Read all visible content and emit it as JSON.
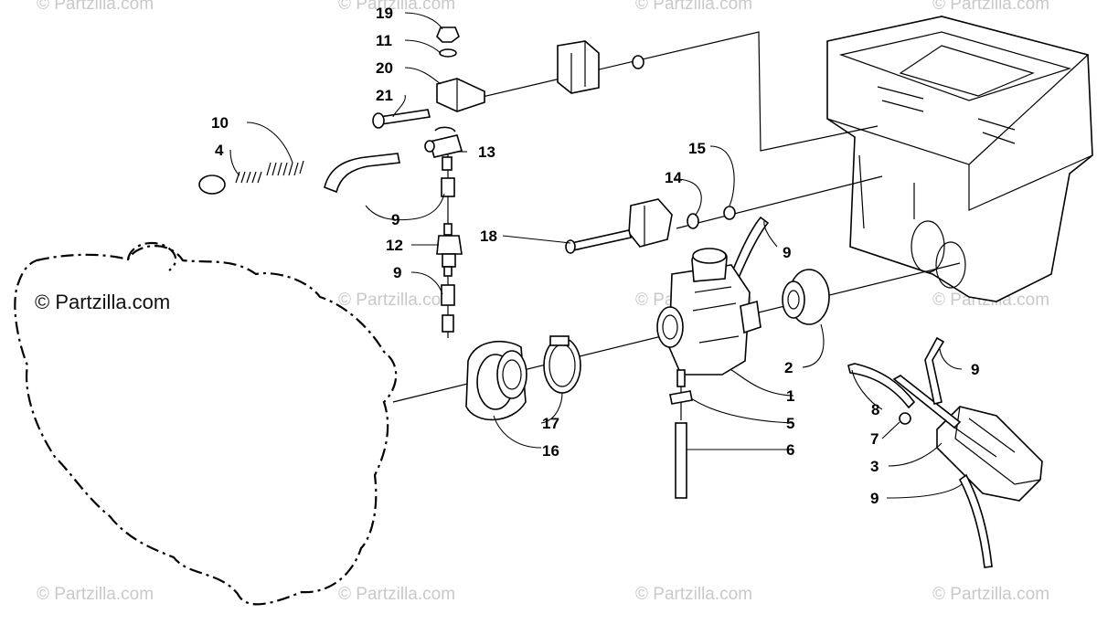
{
  "watermark": {
    "text": "© Partzilla.com",
    "main_text": "© Partzilla.com"
  },
  "callouts": {
    "c1": "1",
    "c2": "2",
    "c3": "3",
    "c4": "4",
    "c5": "5",
    "c6": "6",
    "c7": "7",
    "c8": "8",
    "c9a": "9",
    "c9b": "9",
    "c9c": "9",
    "c9d": "9",
    "c9e": "9",
    "c10": "10",
    "c11": "11",
    "c12": "12",
    "c13": "13",
    "c14": "14",
    "c15": "15",
    "c16": "16",
    "c17": "17",
    "c18": "18",
    "c19": "19",
    "c20": "20",
    "c21": "21"
  }
}
